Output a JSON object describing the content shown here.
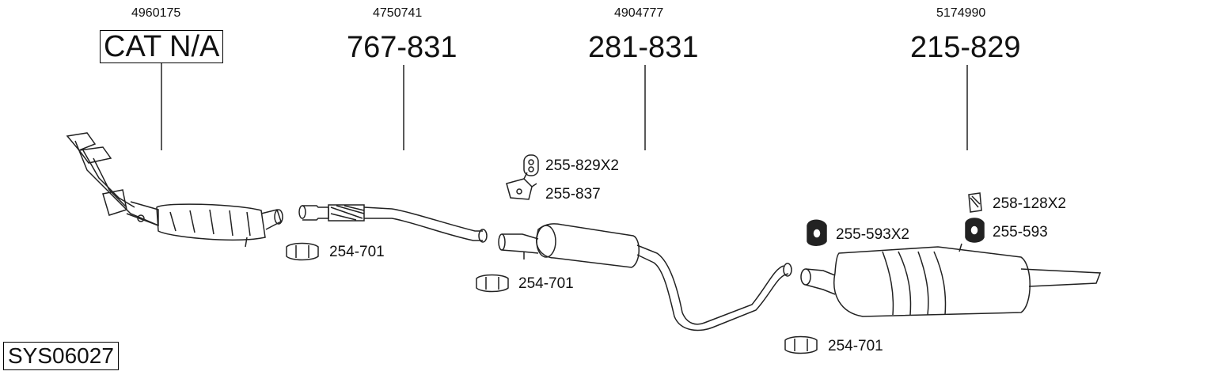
{
  "parts": [
    {
      "oem": "4960175",
      "ref": "CAT N/A"
    },
    {
      "oem": "4750741",
      "ref": "767-831"
    },
    {
      "oem": "4904777",
      "ref": "281-831"
    },
    {
      "oem": "5174990",
      "ref": "215-829"
    }
  ],
  "accessories": {
    "clamp1": "254-701",
    "clamp2": "254-701",
    "clamp3": "254-701",
    "hanger1": "255-829X2",
    "hanger2": "255-837",
    "hanger3": "255-593X2",
    "hanger4": "255-593",
    "bracket": "258-128X2"
  },
  "system_code": "SYS06027"
}
